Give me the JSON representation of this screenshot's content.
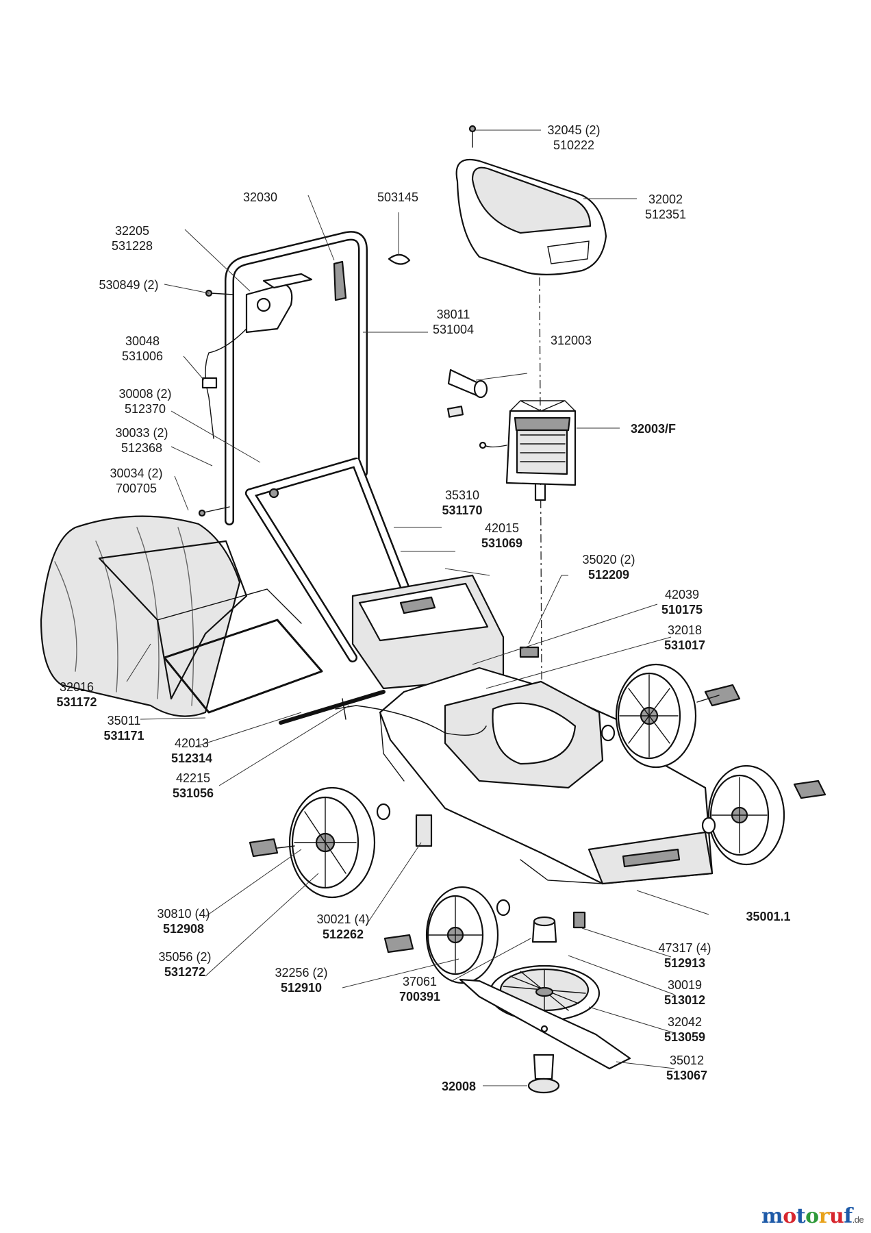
{
  "labels": [
    {
      "id": "l1",
      "lines": [
        "32045 (2)",
        "510222"
      ]
    },
    {
      "id": "l2",
      "lines": [
        "32030"
      ]
    },
    {
      "id": "l3",
      "lines": [
        "503145"
      ]
    },
    {
      "id": "l4",
      "lines": [
        "32002",
        "512351"
      ]
    },
    {
      "id": "l5",
      "lines": [
        "32205",
        "531228"
      ]
    },
    {
      "id": "l6",
      "lines": [
        "530849 (2)"
      ]
    },
    {
      "id": "l7",
      "lines": [
        "38011",
        "531004"
      ]
    },
    {
      "id": "l8",
      "lines": [
        "30048",
        "531006"
      ]
    },
    {
      "id": "l9",
      "lines": [
        "312003"
      ]
    },
    {
      "id": "l10",
      "lines": [
        "30008 (2)",
        "512370"
      ]
    },
    {
      "id": "l11",
      "lines": [
        "32003/F"
      ]
    },
    {
      "id": "l12",
      "lines": [
        "30033 (2)",
        "512368"
      ]
    },
    {
      "id": "l13",
      "lines": [
        "30034 (2)",
        "700705"
      ]
    },
    {
      "id": "l14",
      "lines": [
        "35310",
        "531170"
      ]
    },
    {
      "id": "l15",
      "lines": [
        "42015",
        "531069"
      ]
    },
    {
      "id": "l16",
      "lines": [
        "35020 (2)",
        "512209"
      ]
    },
    {
      "id": "l17",
      "lines": [
        "42039",
        "510175"
      ]
    },
    {
      "id": "l18",
      "lines": [
        "32018",
        "531017"
      ]
    },
    {
      "id": "l19",
      "lines": [
        "32016",
        "531172"
      ]
    },
    {
      "id": "l20",
      "lines": [
        "35011",
        "531171"
      ]
    },
    {
      "id": "l21",
      "lines": [
        "42013",
        "512314"
      ]
    },
    {
      "id": "l22",
      "lines": [
        "42215",
        "531056"
      ]
    },
    {
      "id": "l23",
      "lines": [
        "30810 (4)",
        "512908"
      ]
    },
    {
      "id": "l24",
      "lines": [
        "30021 (4)",
        "512262"
      ]
    },
    {
      "id": "l25",
      "lines": [
        "35001.1"
      ]
    },
    {
      "id": "l26",
      "lines": [
        "47317 (4)",
        "512913"
      ]
    },
    {
      "id": "l27",
      "lines": [
        "35056 (2)",
        "531272"
      ]
    },
    {
      "id": "l28",
      "lines": [
        "32256 (2)",
        "512910"
      ]
    },
    {
      "id": "l29",
      "lines": [
        "37061",
        "700391"
      ]
    },
    {
      "id": "l30",
      "lines": [
        "30019",
        "513012"
      ]
    },
    {
      "id": "l31",
      "lines": [
        "32042",
        "513059"
      ]
    },
    {
      "id": "l32",
      "lines": [
        "35012",
        "513067"
      ]
    },
    {
      "id": "l33",
      "lines": [
        "32008"
      ]
    }
  ],
  "logo": {
    "text": "motoruf",
    "suffix": ".de"
  }
}
